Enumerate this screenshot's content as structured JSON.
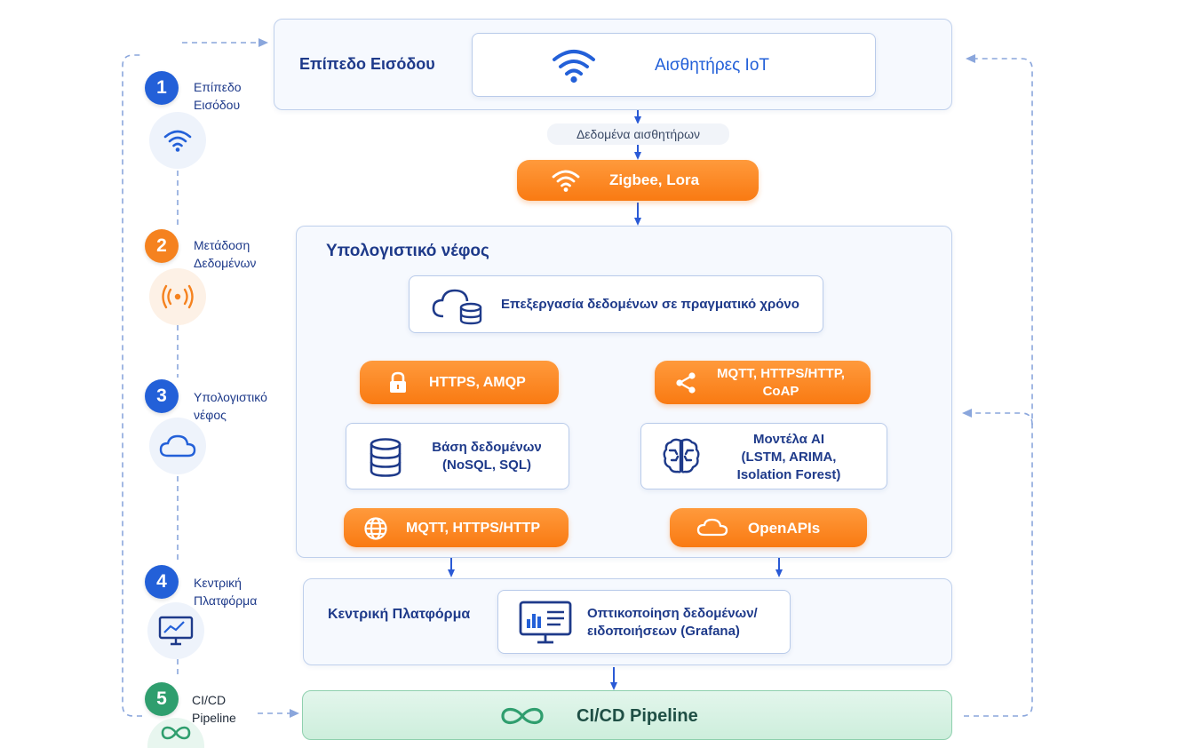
{
  "steps": [
    {
      "number": "1",
      "label": "Επίπεδο\nΕισόδου",
      "color": "#2360d8",
      "icon": "wifi-icon"
    },
    {
      "number": "2",
      "label": "Μετάδοση\nΔεδομένων",
      "color": "#f5821f",
      "icon": "broadcast-icon"
    },
    {
      "number": "3",
      "label": "Υπολογιστικό\nνέφος",
      "color": "#2360d8",
      "icon": "cloud-icon"
    },
    {
      "number": "4",
      "label": "Κεντρική\nΠλατφόρμα",
      "color": "#2360d8",
      "icon": "monitor-chart-icon"
    },
    {
      "number": "5",
      "label": "CI/CD\nPipeline",
      "color": "#2f9e6e",
      "icon": "infinity-icon"
    }
  ],
  "input_layer": {
    "title": "Επίπεδο Εισόδου",
    "sensors_label": "Αισθητήρες IoT"
  },
  "sensor_data_chip": "Δεδομένα αισθητήρων",
  "transport_pill": "Zigbee, Lora",
  "cloud": {
    "title": "Υπολογιστικό νέφος",
    "realtime_label": "Επεξεργασία δεδομένων σε πραγματικό χρόνο",
    "left_protocol": "HTTPS, AMQP",
    "right_protocol": "MQTT, HTTPS/HTTP,\nCoAP",
    "database_label": "Βάση δεδομένων\n(NoSQL, SQL)",
    "ai_label": "Μοντέλα AI\n(LSTM, ARIMA,\nIsolation Forest)",
    "left_output": "MQTT, HTTPS/HTTP",
    "right_output": "OpenAPIs"
  },
  "platform": {
    "title": "Κεντρική Πλατφόρμα",
    "visualization_label": "Οπτικοποίηση δεδομένων/\nειδοποιήσεων (Grafana)"
  },
  "cicd": {
    "label": "CI/CD Pipeline"
  },
  "colors": {
    "blue": "#2360d8",
    "orange": "#f5821f",
    "green": "#2f9e6e",
    "navy": "#1e3a8a"
  }
}
